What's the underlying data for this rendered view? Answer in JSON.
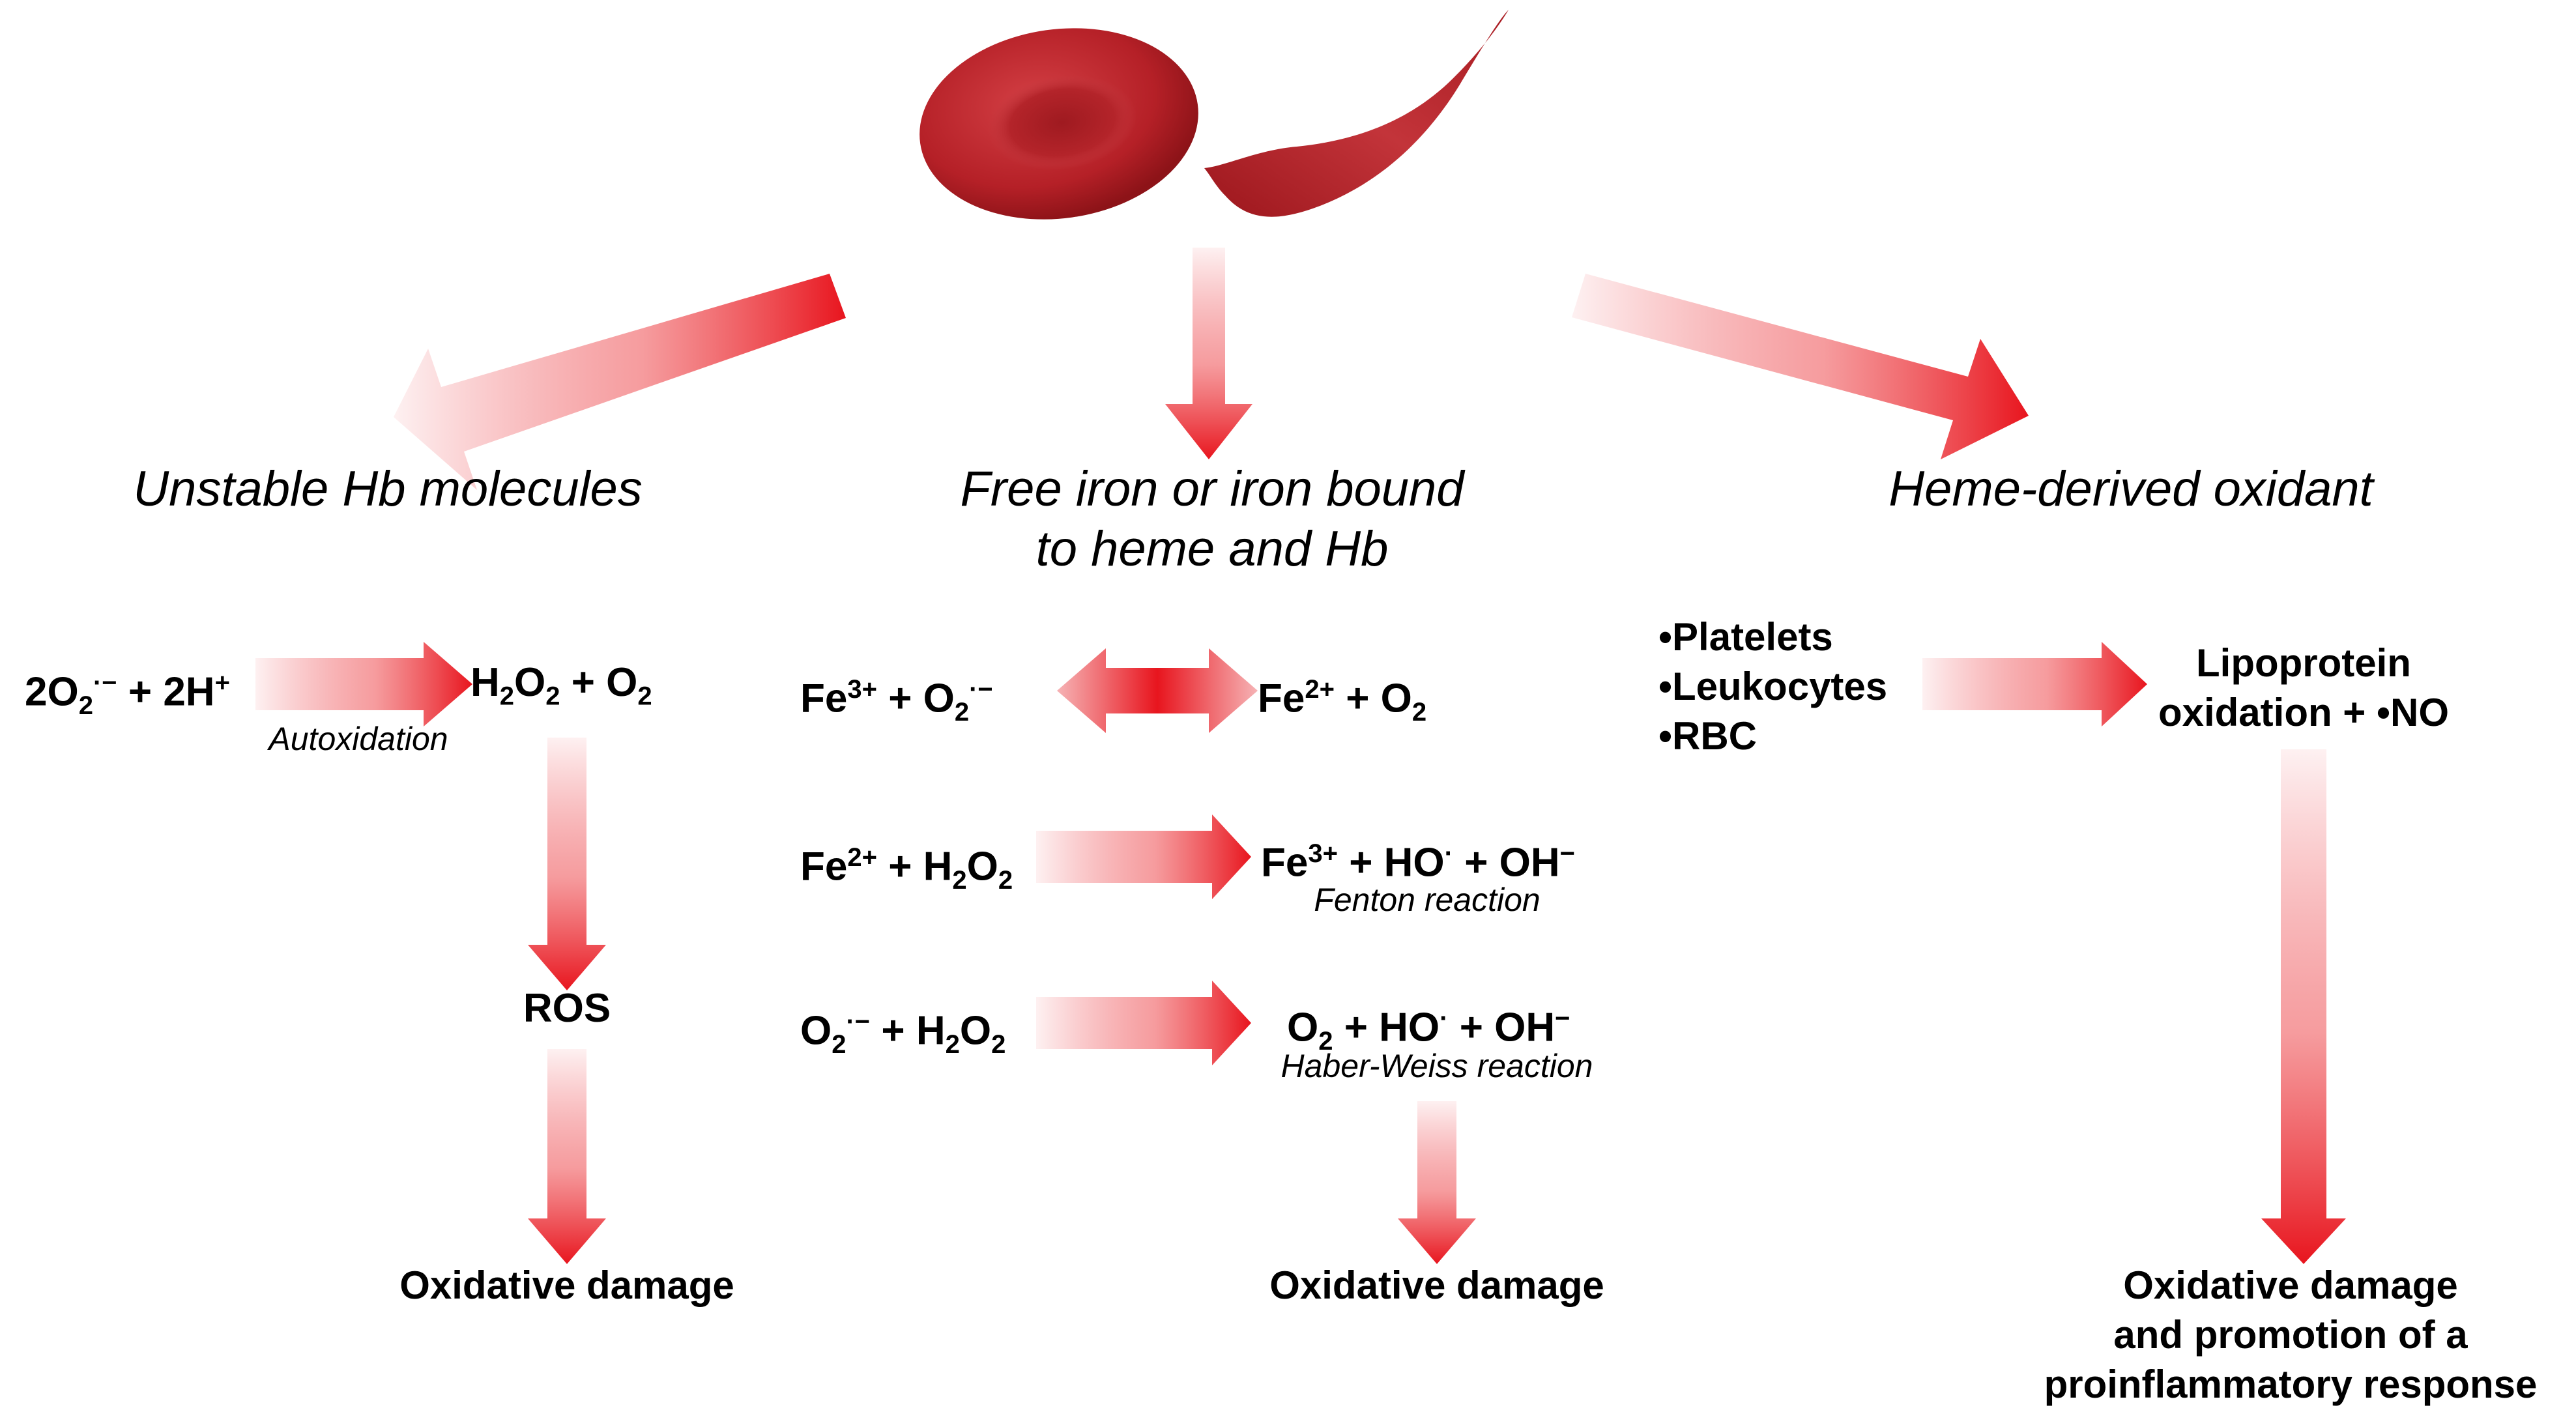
{
  "cells": {
    "normal_rbc": "normal-red-blood-cell",
    "sickle_rbc": "sickled-red-blood-cell"
  },
  "colors": {
    "arrow_red": "#e8151e",
    "cell_red": "#c0272d",
    "cell_dark": "#8a1216"
  },
  "headings": {
    "left": "Unstable Hb molecules",
    "middle_line1": "Free iron or iron bound",
    "middle_line2": "to heme and Hb",
    "right": "Heme-derived oxidant"
  },
  "left": {
    "reactant": {
      "a": "2O",
      "a_sub": "2",
      "a_sup": "·−",
      "b": " + 2H",
      "b_sup": "+"
    },
    "product": {
      "a": "H",
      "a_sub": "2",
      "b": "O",
      "b_sub": "2",
      "c": " + O",
      "c_sub": "2"
    },
    "reaction_label": "Autoxidation",
    "ros": "ROS",
    "outcome": "Oxidative damage"
  },
  "middle": {
    "r1_left": {
      "a": "Fe",
      "a_sup": "3+",
      "b": " + O",
      "b_sub": "2",
      "b_sup": "·−"
    },
    "r1_right": {
      "a": "Fe",
      "a_sup": "2+",
      "b": " + O",
      "b_sub": "2"
    },
    "r2_left": {
      "a": "Fe",
      "a_sup": "2+",
      "b": " + H",
      "b_sub": "2",
      "c": "O",
      "c_sub": "2"
    },
    "r2_right": {
      "a": "Fe",
      "a_sup": "3+",
      "b": " + HO",
      "b_sup": "·",
      "c": " + OH",
      "c_sup": "−"
    },
    "r2_label": "Fenton reaction",
    "r3_left": {
      "a": "O",
      "a_sub": "2",
      "a_sup": "·−",
      "b": " + H",
      "b_sub": "2",
      "c": "O",
      "c_sub": "2"
    },
    "r3_right": {
      "a": "O",
      "a_sub": "2",
      "b": " + HO",
      "b_sup": "·",
      "c": " + OH",
      "c_sup": "−"
    },
    "r3_label": "Haber-Weiss reaction",
    "outcome": "Oxidative damage"
  },
  "right": {
    "sources": [
      "•Platelets",
      "•Leukocytes",
      "•RBC"
    ],
    "product_line1": "Lipoprotein",
    "product_line2": "oxidation + •NO",
    "outcome_line1": "Oxidative damage",
    "outcome_line2": "and promotion of a",
    "outcome_line3": "proinflammatory response"
  }
}
